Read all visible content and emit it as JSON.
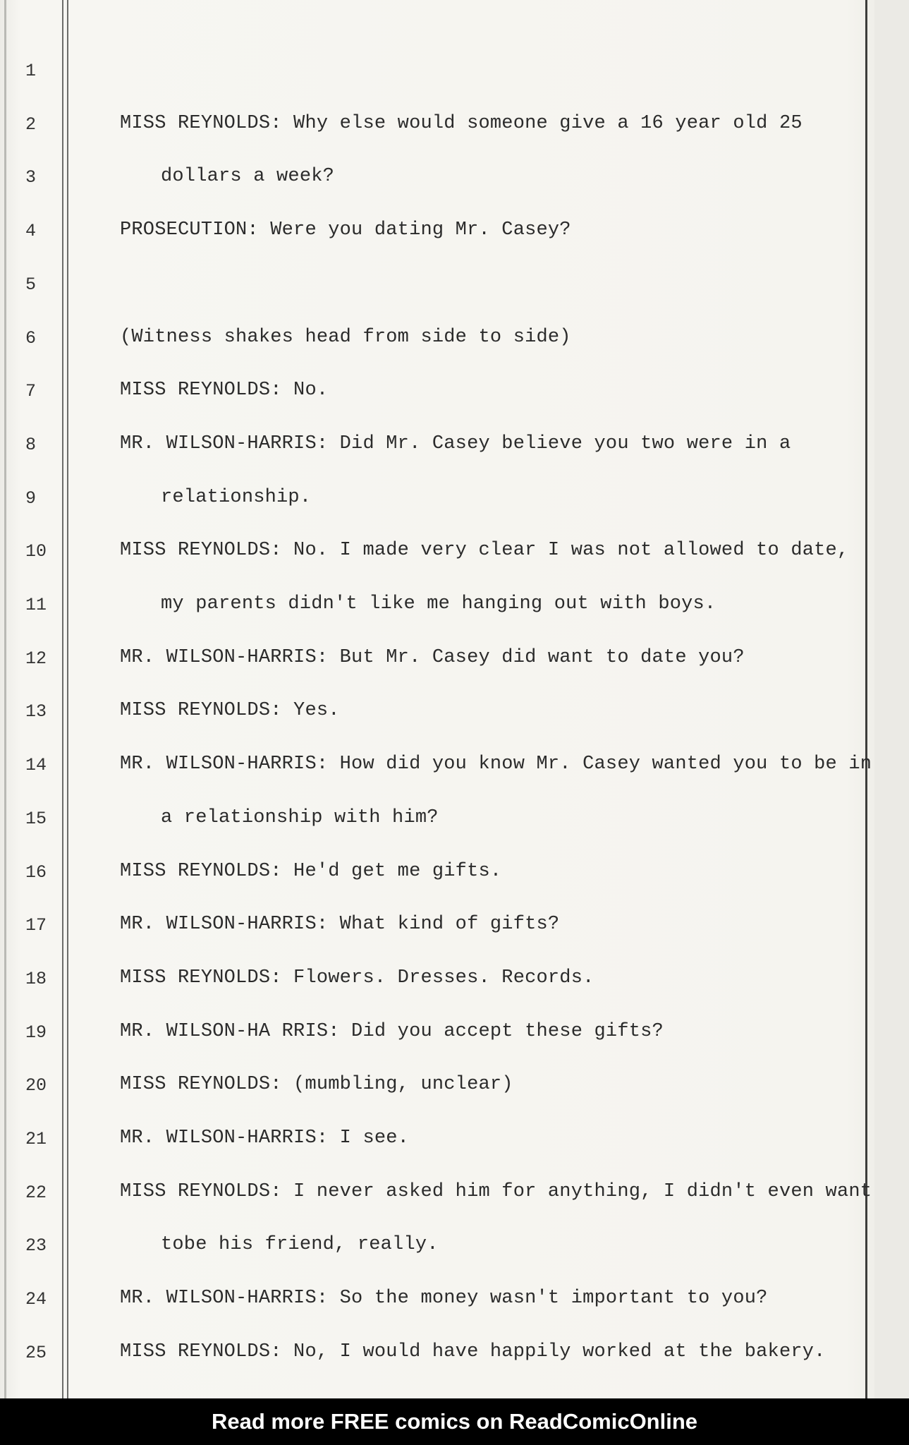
{
  "transcript": {
    "lines": [
      {
        "num": "1",
        "text": "",
        "indent": false
      },
      {
        "num": "2",
        "text": "MISS REYNOLDS: Why else would someone give a 16 year old 25",
        "indent": false
      },
      {
        "num": "3",
        "text": "dollars a week?",
        "indent": true
      },
      {
        "num": "4",
        "text": "PROSECUTION: Were you dating Mr. Casey?",
        "indent": false
      },
      {
        "num": "5",
        "text": "",
        "indent": false
      },
      {
        "num": "6",
        "text": "(Witness shakes head from side to side)",
        "indent": false
      },
      {
        "num": "7",
        "text": "MISS REYNOLDS: No.",
        "indent": false
      },
      {
        "num": "8",
        "text": "MR. WILSON-HARRIS: Did Mr. Casey believe you two were in a",
        "indent": false
      },
      {
        "num": "9",
        "text": "relationship.",
        "indent": true
      },
      {
        "num": "10",
        "text": "MISS REYNOLDS: No. I made very clear I was not allowed to date,",
        "indent": false
      },
      {
        "num": "11",
        "text": "my parents didn't like me hanging out with boys.",
        "indent": true
      },
      {
        "num": "12",
        "text": "MR. WILSON-HARRIS: But Mr. Casey did want to date you?",
        "indent": false
      },
      {
        "num": "13",
        "text": "MISS REYNOLDS: Yes.",
        "indent": false
      },
      {
        "num": "14",
        "text": "MR. WILSON-HARRIS: How did you know Mr. Casey wanted you to be in",
        "indent": false
      },
      {
        "num": "15",
        "text": "a relationship with him?",
        "indent": true
      },
      {
        "num": "16",
        "text": "MISS REYNOLDS: He'd get me gifts.",
        "indent": false
      },
      {
        "num": "17",
        "text": "MR. WILSON-HARRIS:  What kind of gifts?",
        "indent": false
      },
      {
        "num": "18",
        "text": "MISS REYNOLDS: Flowers. Dresses.  Records.",
        "indent": false
      },
      {
        "num": "19",
        "text": "MR. WILSON-HA RRIS: Did you accept these gifts?",
        "indent": false
      },
      {
        "num": "20",
        "text": "MISS REYNOLDS: (mumbling, unclear)",
        "indent": false
      },
      {
        "num": "21",
        "text": "MR. WILSON-HARRIS: I see.",
        "indent": false
      },
      {
        "num": "22",
        "text": "MISS REYNOLDS: I never asked him for anything, I didn't even want",
        "indent": false
      },
      {
        "num": "23",
        "text": "tobe his friend, really.",
        "indent": true
      },
      {
        "num": "24",
        "text": "MR. WILSON-HARRIS: So the money wasn't important to you?",
        "indent": false
      },
      {
        "num": "25",
        "text": "MISS REYNOLDS: No, I would have happily worked at the bakery.",
        "indent": false
      }
    ]
  },
  "footer": {
    "text": "Read more FREE comics on ReadComicOnline"
  }
}
